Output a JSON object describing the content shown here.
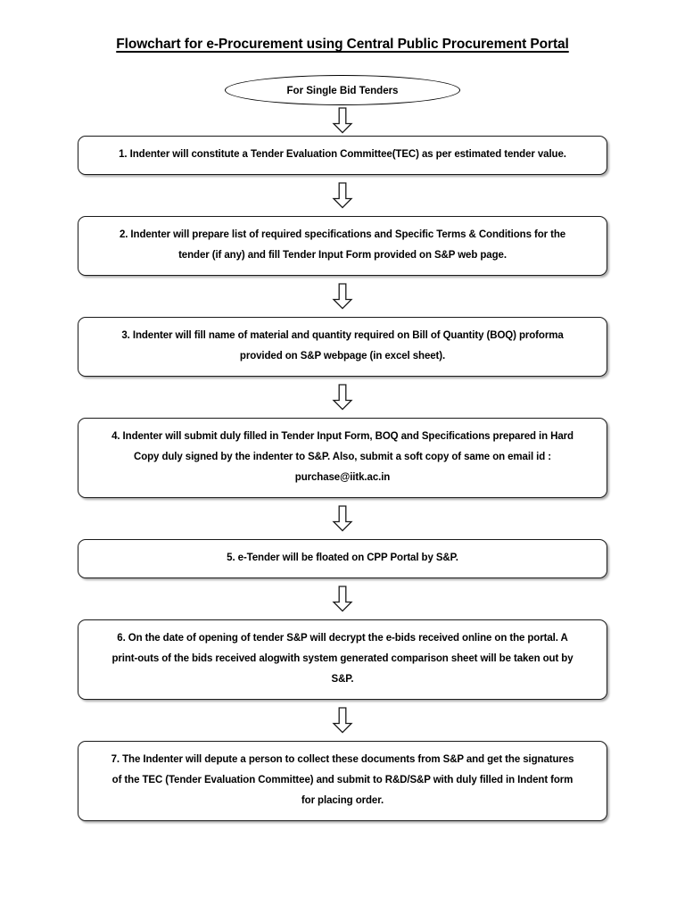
{
  "document": {
    "title": "Flowchart for e-Procurement using Central Public Procurement Portal"
  },
  "flowchart": {
    "type": "flowchart",
    "orientation": "vertical",
    "connector_icon": "down-block-arrow-icon",
    "start_node": {
      "shape": "ellipse",
      "label": "For Single Bid Tenders"
    },
    "steps": [
      {
        "number": "1",
        "shape": "rounded-rectangle",
        "lines": [
          "1. Indenter will constitute a Tender Evaluation Committee(TEC) as per estimated tender value."
        ]
      },
      {
        "number": "2",
        "shape": "rounded-rectangle",
        "lines": [
          "2. Indenter will prepare list of required specifications and Specific Terms & Conditions for the",
          "tender (if any) and fill Tender Input Form provided on S&P web page."
        ]
      },
      {
        "number": "3",
        "shape": "rounded-rectangle",
        "lines": [
          "3. Indenter will fill name of material and quantity required on  Bill of Quantity (BOQ) proforma",
          "provided on S&P webpage (in excel sheet)."
        ]
      },
      {
        "number": "4",
        "shape": "rounded-rectangle",
        "lines": [
          "4. Indenter will submit duly filled in Tender Input Form, BOQ and Specifications prepared in Hard",
          "Copy duly signed by the indenter to S&P.  Also, submit a soft copy of same on email id :",
          "purchase@iitk.ac.in"
        ]
      },
      {
        "number": "5",
        "shape": "rounded-rectangle",
        "lines": [
          "5. e-Tender will be floated on CPP Portal by S&P."
        ]
      },
      {
        "number": "6",
        "shape": "rounded-rectangle",
        "lines": [
          "6. On the date of opening of tender S&P will decrypt the e-bids received online on the portal. A",
          "print-outs of the bids received alogwith system generated comparison sheet will be taken out by",
          "S&P."
        ]
      },
      {
        "number": "7",
        "shape": "rounded-rectangle",
        "lines": [
          "7. The Indenter will depute a person to collect these documents from S&P and get the signatures",
          "of the TEC (Tender Evaluation Committee) and submit to R&D/S&P with duly filled in Indent form",
          "for placing order."
        ]
      }
    ]
  },
  "colors": {
    "background": "#ffffff",
    "text": "#000000",
    "border": "#1a1a1a"
  }
}
